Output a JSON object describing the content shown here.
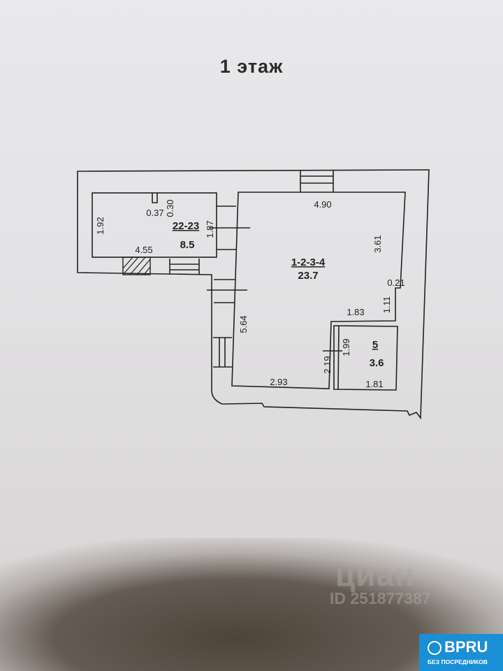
{
  "title": "1 этаж",
  "rooms": [
    {
      "id": "22-23",
      "area": "8.5"
    },
    {
      "id": "1-2-3-4",
      "area": "23.7"
    },
    {
      "id": "5",
      "area": "3.6"
    }
  ],
  "dimensions": {
    "d490": "4.90",
    "d037": "0.37",
    "d030": "0.30",
    "d187": "1.87",
    "d192": "1.92",
    "d455": "4.55",
    "d361": "3.61",
    "d021": "0.21",
    "d111": "1.11",
    "d183": "1.83",
    "d564": "5.64",
    "d219": "2.19",
    "d199": "1.99",
    "d293": "2.93",
    "d181": "1.81"
  },
  "watermark": {
    "brand": "циан",
    "id": "ID 251877387"
  },
  "badge": {
    "name": "BPRU",
    "subtitle": "БЕЗ ПОСРЕДНИКОВ"
  }
}
